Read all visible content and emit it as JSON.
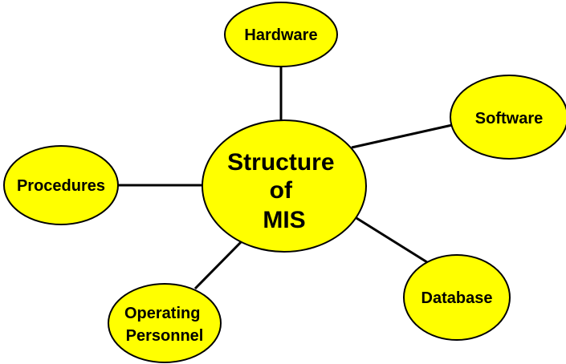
{
  "colors": {
    "node_fill": "#ffff00",
    "outline": "#000000",
    "background": "#ffffff"
  },
  "center": {
    "lines": [
      "Structure",
      "of",
      "MIS"
    ]
  },
  "nodes": [
    {
      "id": "hardware",
      "lines": [
        "Hardware"
      ]
    },
    {
      "id": "software",
      "lines": [
        "Software"
      ]
    },
    {
      "id": "procedures",
      "lines": [
        "Procedures"
      ]
    },
    {
      "id": "database",
      "lines": [
        "Database"
      ]
    },
    {
      "id": "operating-personnel",
      "lines": [
        "Operating",
        "Personnel"
      ]
    }
  ]
}
